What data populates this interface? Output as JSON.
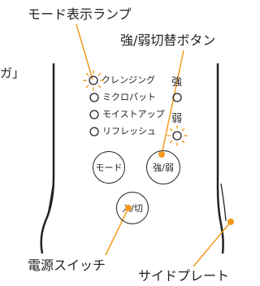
{
  "callouts": {
    "mode_lamp": "モード表示ランプ",
    "strength_switch": "強/弱切替ボタン",
    "power_switch": "電源スイッチ",
    "side_plate": "サイドプレート",
    "cut_off_mark": "ガ」"
  },
  "modes": [
    {
      "label": "クレンジング",
      "lit": true
    },
    {
      "label": "ミクロパット",
      "lit": false
    },
    {
      "label": "モイストアップ",
      "lit": false
    },
    {
      "label": "リフレッシュ",
      "lit": false
    }
  ],
  "strength": {
    "strong_label": "強",
    "weak_label": "弱",
    "weak_lit": true
  },
  "buttons": {
    "mode": "モード",
    "strength": "強/弱",
    "power": "入/切"
  },
  "colors": {
    "accent": "#f39a1e",
    "line": "#222222"
  }
}
